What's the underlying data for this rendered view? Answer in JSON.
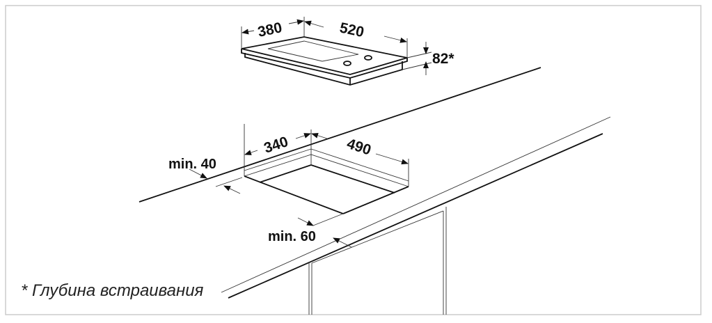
{
  "hob": {
    "depth_label": "380",
    "width_label": "520",
    "height_label": "82*"
  },
  "cutout": {
    "depth_label": "340",
    "width_label": "490",
    "back_margin_label": "min. 40",
    "front_margin_label": "min. 60"
  },
  "footnote": "* Глубина встраивания",
  "colors": {
    "line": "#111111",
    "frame": "#cccccc"
  }
}
